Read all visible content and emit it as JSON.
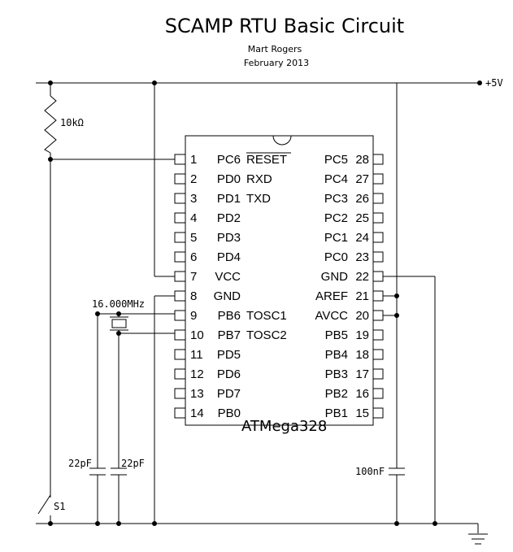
{
  "header": {
    "title": "SCAMP RTU  Basic Circuit",
    "author": "Mart Rogers",
    "date": "February 2013"
  },
  "chip": {
    "name": "ATMega328",
    "left_pins": [
      {
        "num": "1",
        "label": "PC6",
        "func": "RESET"
      },
      {
        "num": "2",
        "label": "PD0",
        "func": "RXD"
      },
      {
        "num": "3",
        "label": "PD1",
        "func": "TXD"
      },
      {
        "num": "4",
        "label": "PD2",
        "func": ""
      },
      {
        "num": "5",
        "label": "PD3",
        "func": ""
      },
      {
        "num": "6",
        "label": "PD4",
        "func": ""
      },
      {
        "num": "7",
        "label": "VCC",
        "func": ""
      },
      {
        "num": "8",
        "label": "GND",
        "func": ""
      },
      {
        "num": "9",
        "label": "PB6",
        "func": "TOSC1"
      },
      {
        "num": "10",
        "label": "PB7",
        "func": "TOSC2"
      },
      {
        "num": "11",
        "label": "PD5",
        "func": ""
      },
      {
        "num": "12",
        "label": "PD6",
        "func": ""
      },
      {
        "num": "13",
        "label": "PD7",
        "func": ""
      },
      {
        "num": "14",
        "label": "PB0",
        "func": ""
      }
    ],
    "right_pins": [
      {
        "num": "28",
        "label": "PC5"
      },
      {
        "num": "27",
        "label": "PC4"
      },
      {
        "num": "26",
        "label": "PC3"
      },
      {
        "num": "25",
        "label": "PC2"
      },
      {
        "num": "24",
        "label": "PC1"
      },
      {
        "num": "23",
        "label": "PC0"
      },
      {
        "num": "22",
        "label": "GND"
      },
      {
        "num": "21",
        "label": "AREF"
      },
      {
        "num": "20",
        "label": "AVCC"
      },
      {
        "num": "19",
        "label": "PB5"
      },
      {
        "num": "18",
        "label": "PB4"
      },
      {
        "num": "17",
        "label": "PB3"
      },
      {
        "num": "16",
        "label": "PB2"
      },
      {
        "num": "15",
        "label": "PB1"
      }
    ]
  },
  "components": {
    "resistor": "10kΩ",
    "crystal": "16.000MHz",
    "cap_a": "22pF",
    "cap_b": "22pF",
    "cap_c": "100nF",
    "switch": "S1",
    "supply": "+5V"
  }
}
